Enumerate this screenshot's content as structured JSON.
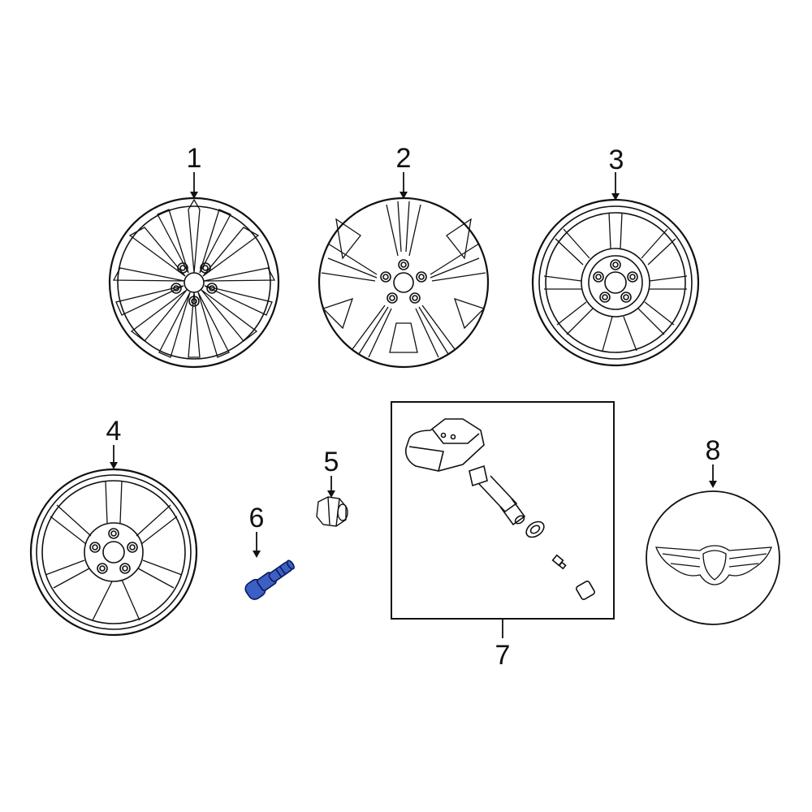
{
  "diagram": {
    "type": "exploded-parts-diagram",
    "subject": "Wheels, lug hardware, TPMS sensor kit and center cap",
    "colors": {
      "line": "#111111",
      "background": "#ffffff",
      "highlight_part": "#3b5fc4",
      "highlight_outline": "#0a1a5a"
    },
    "parts": [
      {
        "number": "1",
        "name": "Alloy wheel (multi-spoke, split 5-spoke twin design)",
        "highlighted": false
      },
      {
        "number": "2",
        "name": "Alloy wheel (15-spoke fan design)",
        "highlighted": false
      },
      {
        "number": "3",
        "name": "Alloy wheel (9-spoke design)",
        "highlighted": false
      },
      {
        "number": "4",
        "name": "Spare wheel (7-spoke design)",
        "highlighted": false
      },
      {
        "number": "5",
        "name": "Lug nut",
        "highlighted": false
      },
      {
        "number": "6",
        "name": "Wheel stud",
        "highlighted": true
      },
      {
        "number": "7",
        "name": "TPMS sensor kit (sensor, valve stem, grommet, valve core, cap)",
        "highlighted": false
      },
      {
        "number": "8",
        "name": "Center cap with winged emblem",
        "highlighted": false
      }
    ]
  }
}
